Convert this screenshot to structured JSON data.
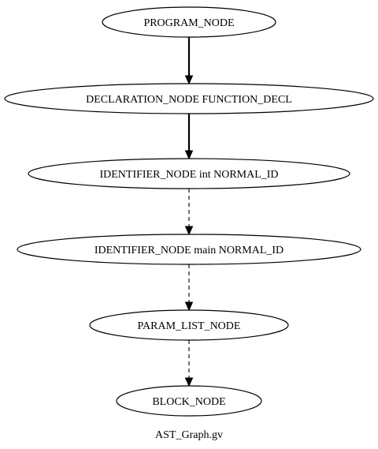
{
  "graph": {
    "caption": "AST_Graph.gv",
    "nodes": [
      {
        "id": "n0",
        "label": "PROGRAM_NODE"
      },
      {
        "id": "n1",
        "label": "DECLARATION_NODE FUNCTION_DECL"
      },
      {
        "id": "n2",
        "label": "IDENTIFIER_NODE int NORMAL_ID"
      },
      {
        "id": "n3",
        "label": "IDENTIFIER_NODE main NORMAL_ID"
      },
      {
        "id": "n4",
        "label": "PARAM_LIST_NODE"
      },
      {
        "id": "n5",
        "label": "BLOCK_NODE"
      }
    ],
    "edges": [
      {
        "from": "n0",
        "to": "n1",
        "style": "bold"
      },
      {
        "from": "n1",
        "to": "n2",
        "style": "bold"
      },
      {
        "from": "n2",
        "to": "n3",
        "style": "dashed"
      },
      {
        "from": "n3",
        "to": "n4",
        "style": "dashed"
      },
      {
        "from": "n4",
        "to": "n5",
        "style": "dashed"
      }
    ]
  }
}
